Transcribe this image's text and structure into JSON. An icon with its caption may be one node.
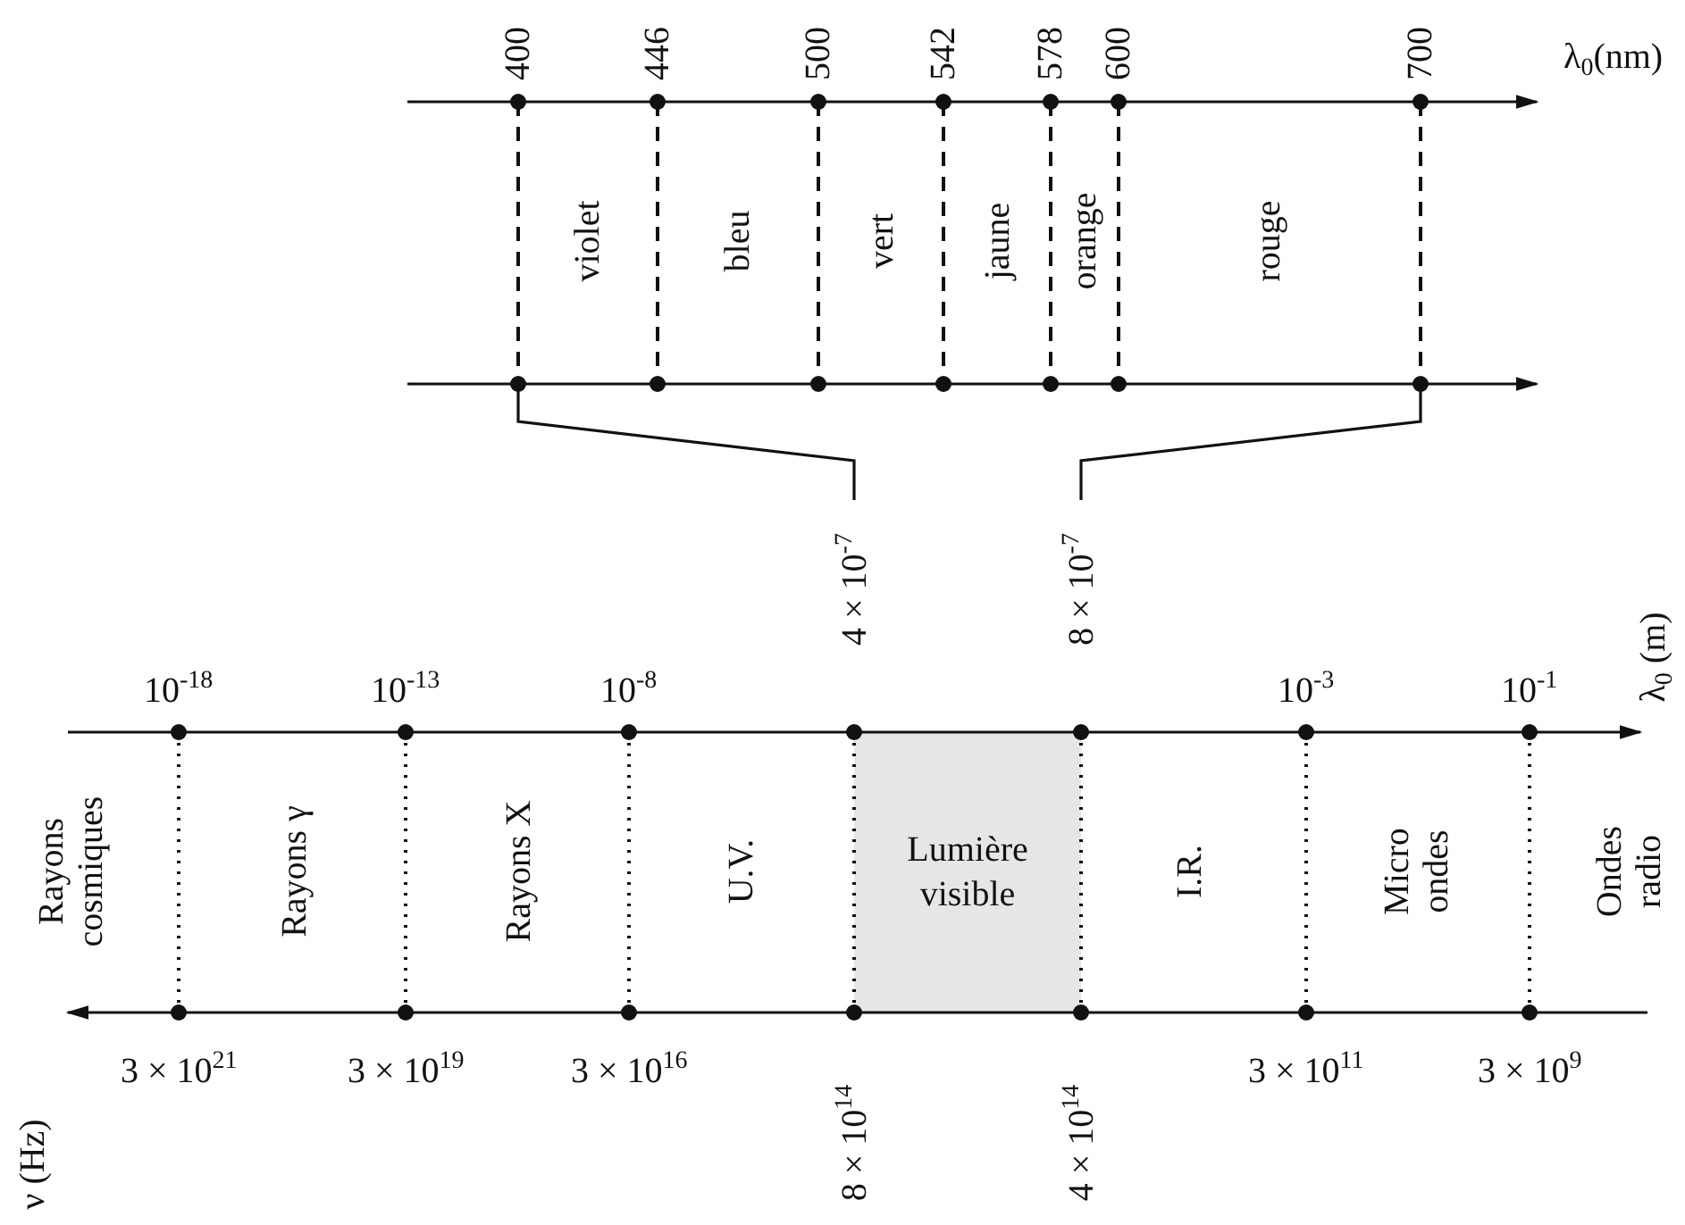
{
  "diagram": {
    "nodes": [
      {
        "text": [
          "Lumière visible"
        ]
      }
    ],
    "labels": [
      "400",
      "446",
      "500",
      "542",
      "578",
      "600",
      "700",
      "λ$_{0}$(nm)",
      "violet",
      "bleu",
      "vert",
      "jaune",
      "orange",
      "rouge",
      "4 × 10$^{-7}$",
      "8 × 10$^{-7}$",
      "λ$_{0}$ (m)",
      "10$^{-18}$",
      "10$^{-13}$",
      "10$^{-8}$",
      "10$^{-3}$",
      "10$^{-1}$",
      "Rayons cosmiques",
      "Rayons γ",
      "Rayons X",
      "U.V.",
      "I.R.",
      "Micro ondes",
      "Ondes radio",
      "3 × 10$^{21}$",
      "3 × 10$^{19}$",
      "3 × 10$^{16}$",
      "8 × 10$^{14}$",
      "4 × 10$^{14}$",
      "3 × 10$^{11}$",
      "3 × 10$^{9}$",
      "ν (Hz)"
    ]
  }
}
